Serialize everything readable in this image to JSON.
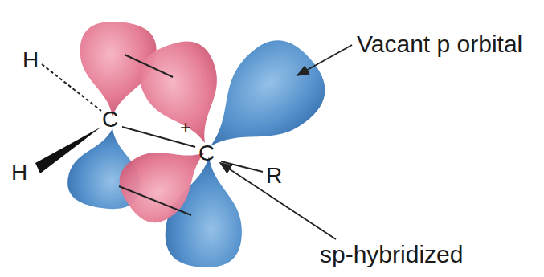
{
  "diagram": {
    "labels": [
      "H",
      "H",
      "C",
      "+",
      "C",
      "R",
      "Vacant p orbital",
      "sp-hybridized"
    ]
  }
}
